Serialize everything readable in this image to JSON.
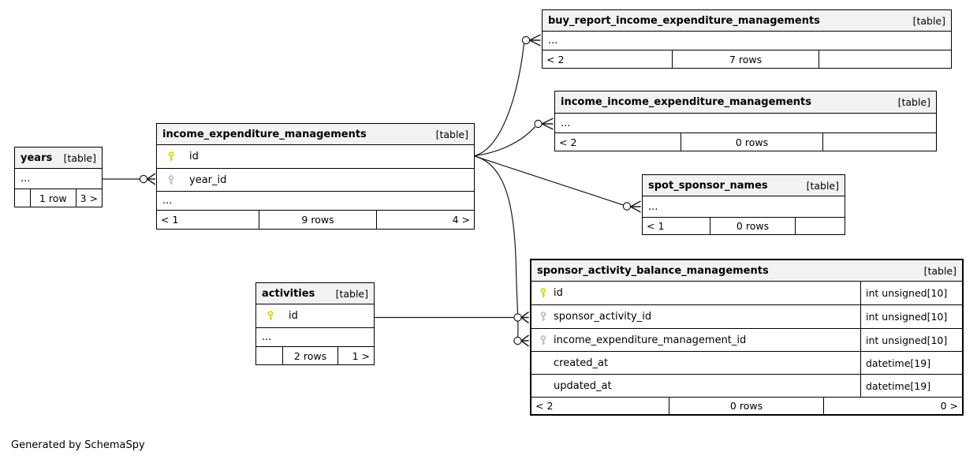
{
  "generator_note": "Generated by SchemaSpy",
  "tables": {
    "years": {
      "name": "years",
      "kind": "[table]",
      "more": "...",
      "footer": {
        "left": "",
        "center": "1 row",
        "right": "3 >"
      }
    },
    "income_expenditure_managements": {
      "name": "income_expenditure_managements",
      "kind": "[table]",
      "columns": [
        {
          "name": "id",
          "key": "primary"
        },
        {
          "name": "year_id",
          "key": "foreign"
        }
      ],
      "more": "...",
      "footer": {
        "left": "< 1",
        "center": "9 rows",
        "right": "4 >"
      }
    },
    "buy_report_income_expenditure_managements": {
      "name": "buy_report_income_expenditure_managements",
      "kind": "[table]",
      "more": "...",
      "footer": {
        "left": "< 2",
        "center": "7 rows",
        "right": ""
      }
    },
    "income_income_expenditure_managements": {
      "name": "income_income_expenditure_managements",
      "kind": "[table]",
      "more": "...",
      "footer": {
        "left": "< 2",
        "center": "0 rows",
        "right": ""
      }
    },
    "spot_sponsor_names": {
      "name": "spot_sponsor_names",
      "kind": "[table]",
      "more": "...",
      "footer": {
        "left": "< 1",
        "center": "0 rows",
        "right": ""
      }
    },
    "activities": {
      "name": "activities",
      "kind": "[table]",
      "columns": [
        {
          "name": "id",
          "key": "primary"
        }
      ],
      "more": "...",
      "footer": {
        "left": "",
        "center": "2 rows",
        "right": "1 >"
      }
    },
    "sponsor_activity_balance_managements": {
      "name": "sponsor_activity_balance_managements",
      "kind": "[table]",
      "columns": [
        {
          "name": "id",
          "type": "int unsigned[10]",
          "key": "primary"
        },
        {
          "name": "sponsor_activity_id",
          "type": "int unsigned[10]",
          "key": "foreign"
        },
        {
          "name": "income_expenditure_management_id",
          "type": "int unsigned[10]",
          "key": "foreign"
        },
        {
          "name": "created_at",
          "type": "datetime[19]",
          "key": "none"
        },
        {
          "name": "updated_at",
          "type": "datetime[19]",
          "key": "none"
        }
      ],
      "footer": {
        "left": "< 2",
        "center": "0 rows",
        "right": "0 >"
      }
    }
  },
  "relationships": [
    {
      "from": "years",
      "to": "income_expenditure_managements.year_id"
    },
    {
      "from": "income_expenditure_managements.id",
      "to": "buy_report_income_expenditure_managements"
    },
    {
      "from": "income_expenditure_managements.id",
      "to": "income_income_expenditure_managements"
    },
    {
      "from": "income_expenditure_managements.id",
      "to": "spot_sponsor_names"
    },
    {
      "from": "income_expenditure_managements.id",
      "to": "sponsor_activity_balance_managements.income_expenditure_management_id"
    },
    {
      "from": "activities.id",
      "to": "sponsor_activity_balance_managements.sponsor_activity_id"
    }
  ]
}
